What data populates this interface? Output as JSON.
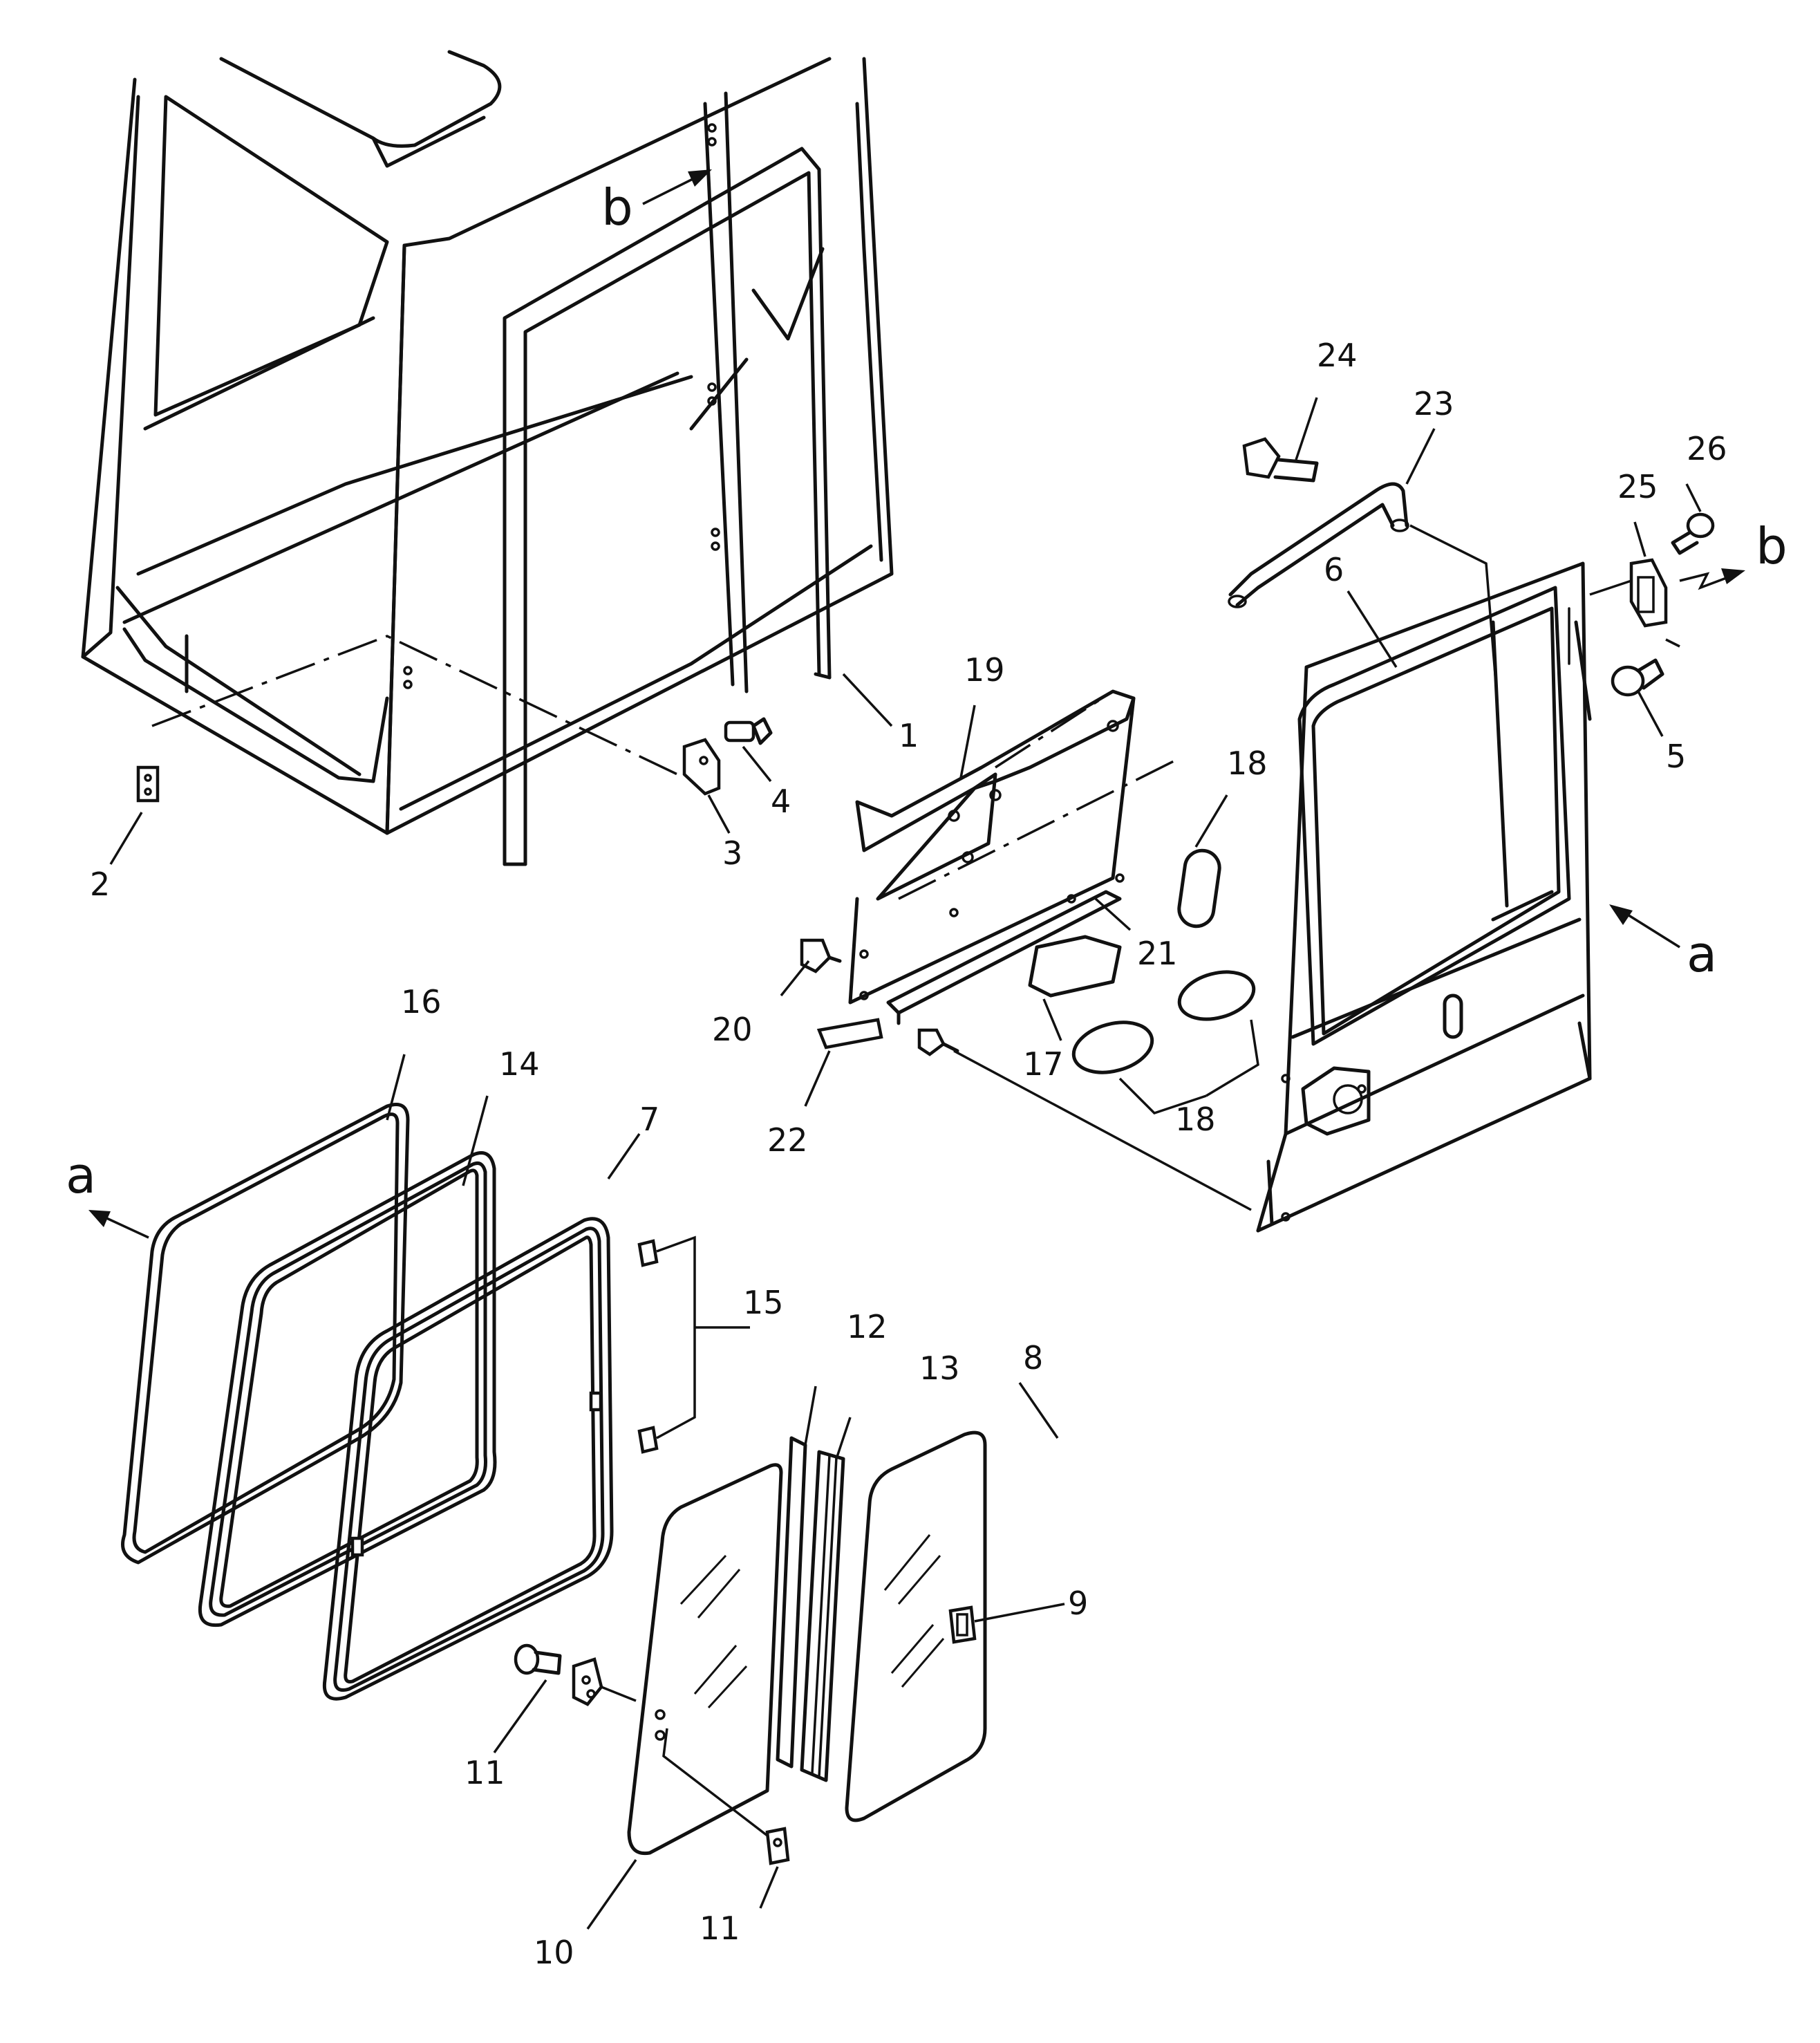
{
  "callouts": {
    "c1": "1",
    "c2": "2",
    "c3": "3",
    "c4": "4",
    "c5": "5",
    "c6": "6",
    "c7": "7",
    "c8": "8",
    "c9": "9",
    "c10": "10",
    "c11a": "11",
    "c11b": "11",
    "c12": "12",
    "c13": "13",
    "c14": "14",
    "c15": "15",
    "c16": "16",
    "c17": "17",
    "c18a": "18",
    "c18b": "18",
    "c19": "19",
    "c20": "20",
    "c21": "21",
    "c22": "22",
    "c23": "23",
    "c24": "24",
    "c25": "25",
    "c26": "26"
  },
  "view_markers": {
    "b_top": "b",
    "b_right": "b",
    "a_right": "a",
    "a_left": "a"
  }
}
